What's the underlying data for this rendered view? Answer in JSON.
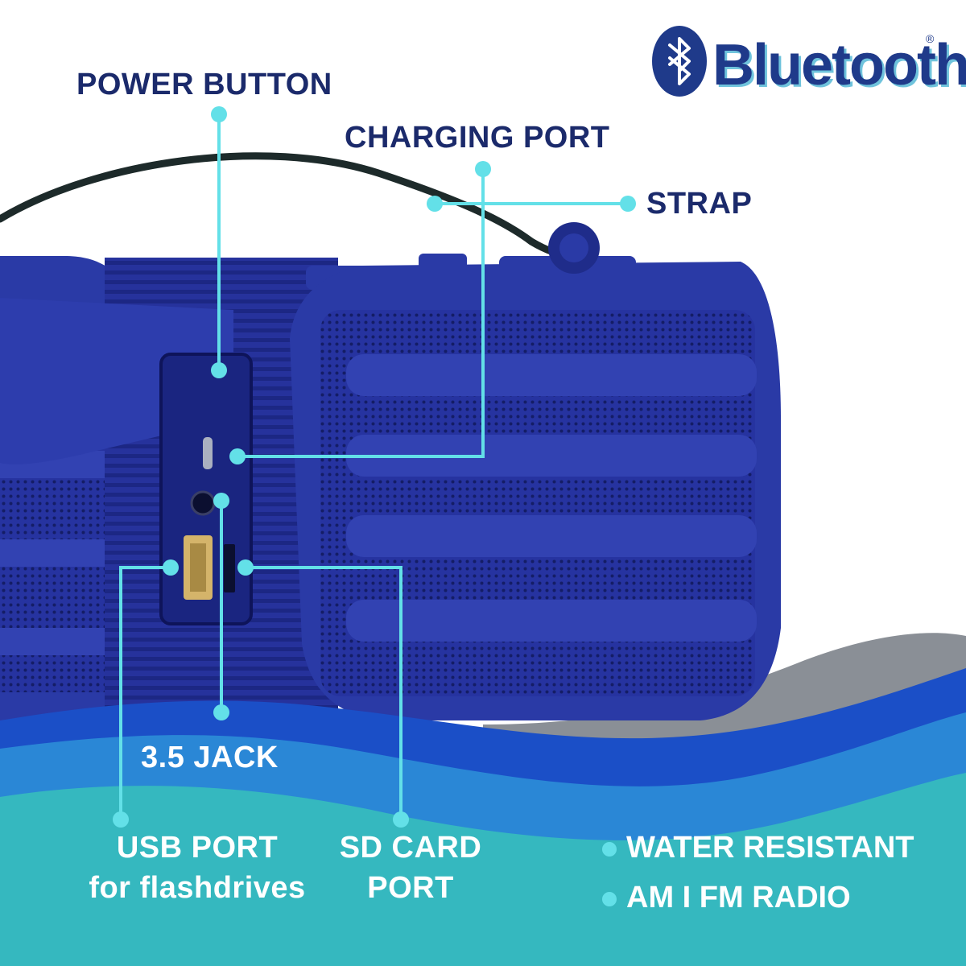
{
  "brand": {
    "name": "Bluetooth",
    "registered_mark": "®"
  },
  "callouts": {
    "power_button": "POWER BUTTON",
    "charging_port": "CHARGING PORT",
    "strap": "STRAP",
    "jack": "3.5 JACK",
    "usb_port_line1": "USB PORT",
    "usb_port_line2": "for flashdrives",
    "sd_card_line1": "SD CARD",
    "sd_card_line2": "PORT"
  },
  "features": [
    {
      "label": "WATER RESISTANT"
    },
    {
      "label": "AM I FM RADIO"
    }
  ],
  "icons": {
    "brand": "bluetooth-logo-icon",
    "feature_bullet": "dot-bullet-icon"
  },
  "colors": {
    "navy_text": "#1b2a6b",
    "brand_blue": "#1f3a8a",
    "speaker_blue": "#2a3aa6",
    "callout_line": "#63e0e8",
    "wave_deep": "#1b4fc7",
    "wave_mid": "#2a87d6",
    "wave_teal": "#35b8bf"
  }
}
